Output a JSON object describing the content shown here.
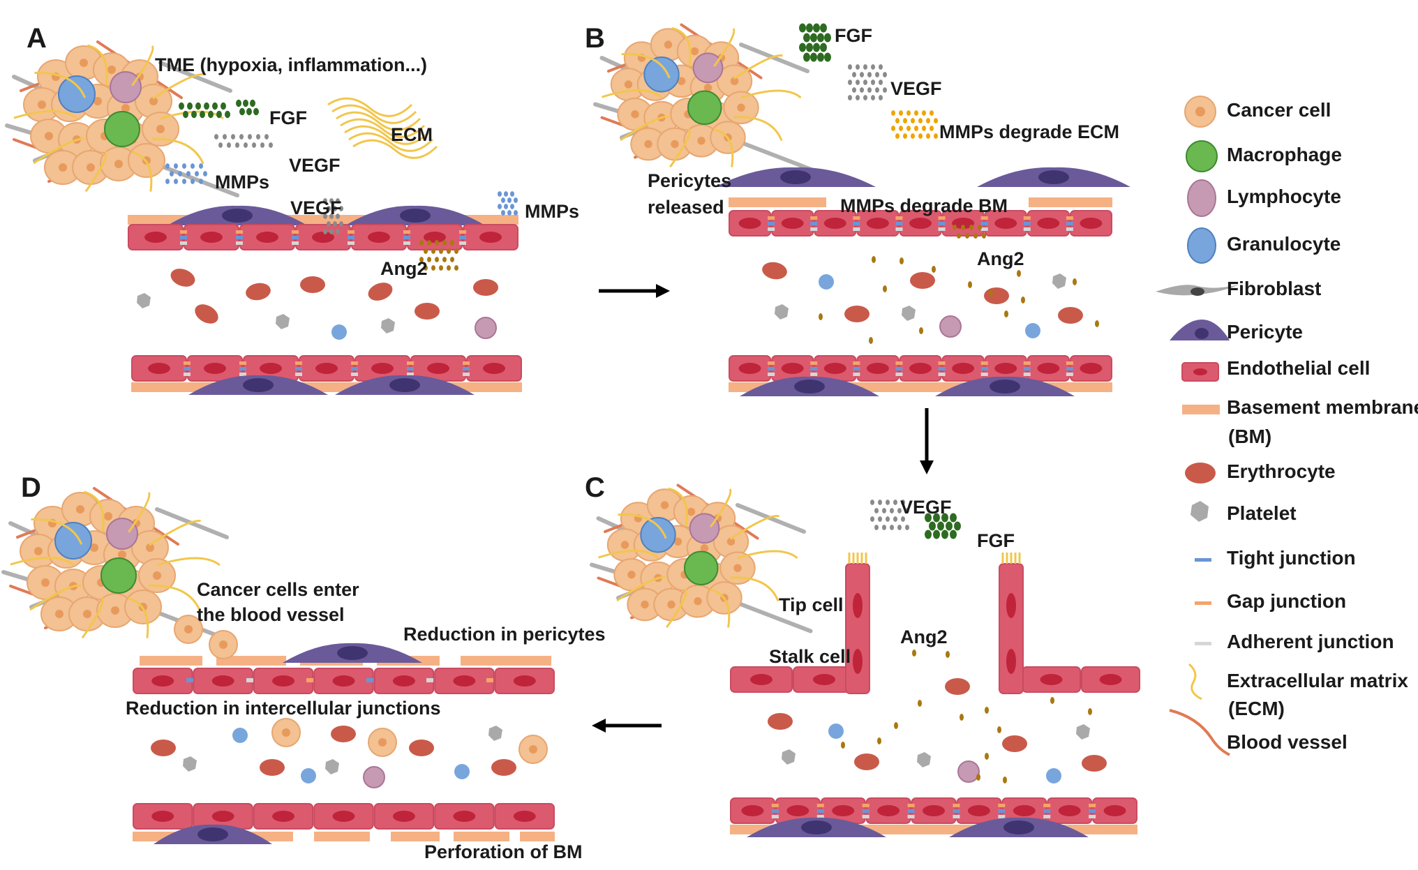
{
  "panels": {
    "a": "A",
    "b": "B",
    "c": "C",
    "d": "D"
  },
  "panel_a": {
    "tme": "TME  (hypoxia, inflammation...)",
    "fgf": "FGF",
    "ecm": "ECM",
    "vegf_1": "VEGF",
    "mmps_1": "MMPs",
    "vegf_2": "VEGF",
    "mmps_2": "MMPs",
    "ang2": "Ang2"
  },
  "panel_b": {
    "fgf": "FGF",
    "vegf": "VEGF",
    "mmps_ecm": "MMPs degrade ECM",
    "pericytes_line1": "Pericytes",
    "pericytes_line2": "released",
    "mmps_bm": "MMPs degrade BM",
    "ang2": "Ang2"
  },
  "panel_c": {
    "vegf": "VEGF",
    "fgf": "FGF",
    "tip_cell": "Tip cell",
    "stalk_cell": "Stalk cell",
    "ang2": "Ang2"
  },
  "panel_d": {
    "cancer_enter_line1": "Cancer cells enter",
    "cancer_enter_line2": "the blood vessel",
    "reduction_pericytes": "Reduction in pericytes",
    "reduction_junctions": "Reduction in intercellular  junctions",
    "perforation": "Perforation of BM"
  },
  "legend": {
    "items": [
      {
        "icon": "cancer-cell-icon",
        "label": "Cancer cell"
      },
      {
        "icon": "macrophage-icon",
        "label": "Macrophage"
      },
      {
        "icon": "lymphocyte-icon",
        "label": "Lymphocyte"
      },
      {
        "icon": "granulocyte-icon",
        "label": "Granulocyte"
      },
      {
        "icon": "fibroblast-icon",
        "label": "Fibroblast"
      },
      {
        "icon": "pericyte-icon",
        "label": "Pericyte"
      },
      {
        "icon": "endothelial-cell-icon",
        "label": "Endothelial cell"
      },
      {
        "icon": "basement-membrane-icon",
        "label": "Basement membrane"
      },
      {
        "icon": "erythrocyte-icon",
        "label": "Erythrocyte"
      },
      {
        "icon": "platelet-icon",
        "label": "Platelet"
      },
      {
        "icon": "tight-junction-icon",
        "label": "Tight junction"
      },
      {
        "icon": "gap-junction-icon",
        "label": "Gap junction"
      },
      {
        "icon": "adherent-junction-icon",
        "label": "Adherent junction"
      },
      {
        "icon": "extracellular-matrix-icon",
        "label": "Extracellular matrix"
      },
      {
        "icon": "blood-vessel-icon",
        "label": "Blood vessel"
      }
    ],
    "bm_abbrev": "(BM)",
    "ecm_abbrev": "(ECM)"
  },
  "colors": {
    "endothelial": "#dc5a6e",
    "nucleus": "#c0243a",
    "basement_membrane": "#f5b184",
    "pericyte": "#6a5a9a",
    "erythrocyte": "#c95a4a",
    "platelet": "#a9a9a9",
    "fgf": "#2e6b22",
    "vegf": "#8a8a8a",
    "mmps_blue": "#6a95d6",
    "mmps_orange": "#f0a400",
    "ang2": "#a9780f",
    "cancer": "#f3c192",
    "macrophage": "#69b850",
    "lymphocyte": "#c79ab4",
    "granulocyte": "#78a6dc",
    "ecm": "#f2c64c"
  }
}
